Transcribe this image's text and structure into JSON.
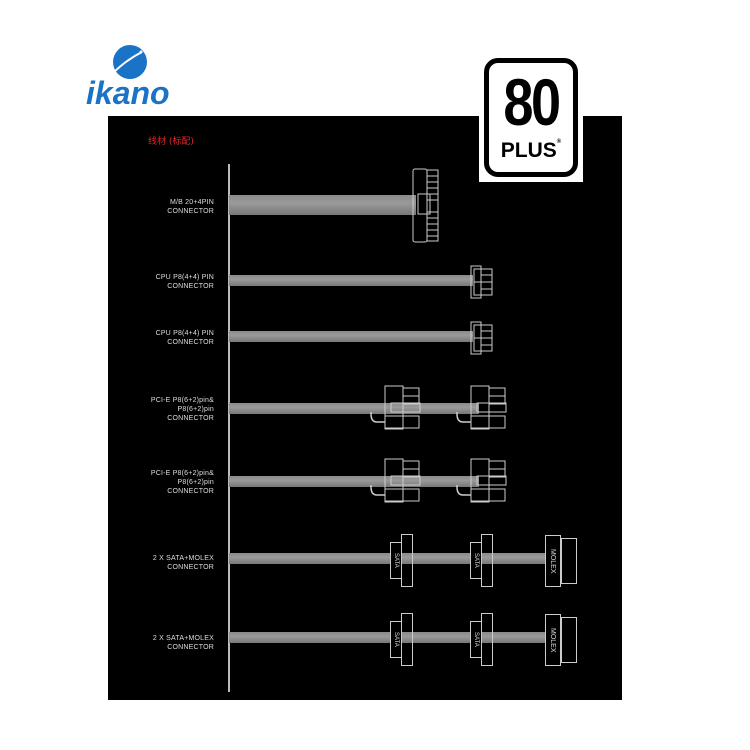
{
  "brand": {
    "name": "ikano",
    "color": "#1a73c6"
  },
  "certification": {
    "number": "80",
    "label": "PLUS",
    "registered": "®"
  },
  "diagram": {
    "title": "线材 (标配)",
    "title_color": "#e0282a",
    "cables": [
      {
        "label": "M/B 20+4PIN\nCONNECTOR",
        "connector": "24-pin"
      },
      {
        "label": "CPU P8(4+4) PIN\nCONNECTOR",
        "connector": "8-pin"
      },
      {
        "label": "CPU P8(4+4) PIN\nCONNECTOR",
        "connector": "8-pin"
      },
      {
        "label": "PCI-E P8(6+2)pin&\nP8(6+2)pin\nCONNECTOR",
        "connector": "pcie-x2"
      },
      {
        "label": "PCI-E P8(6+2)pin&\nP8(6+2)pin\nCONNECTOR",
        "connector": "pcie-x2"
      },
      {
        "label": "2 X SATA+MOLEX\nCONNECTOR",
        "connector": "sata-sata-molex",
        "plugs": [
          "SATA",
          "SATA",
          "MOLEX"
        ]
      },
      {
        "label": "2 X SATA+MOLEX\nCONNECTOR",
        "connector": "sata-sata-molex",
        "plugs": [
          "SATA",
          "SATA",
          "MOLEX"
        ]
      }
    ]
  }
}
